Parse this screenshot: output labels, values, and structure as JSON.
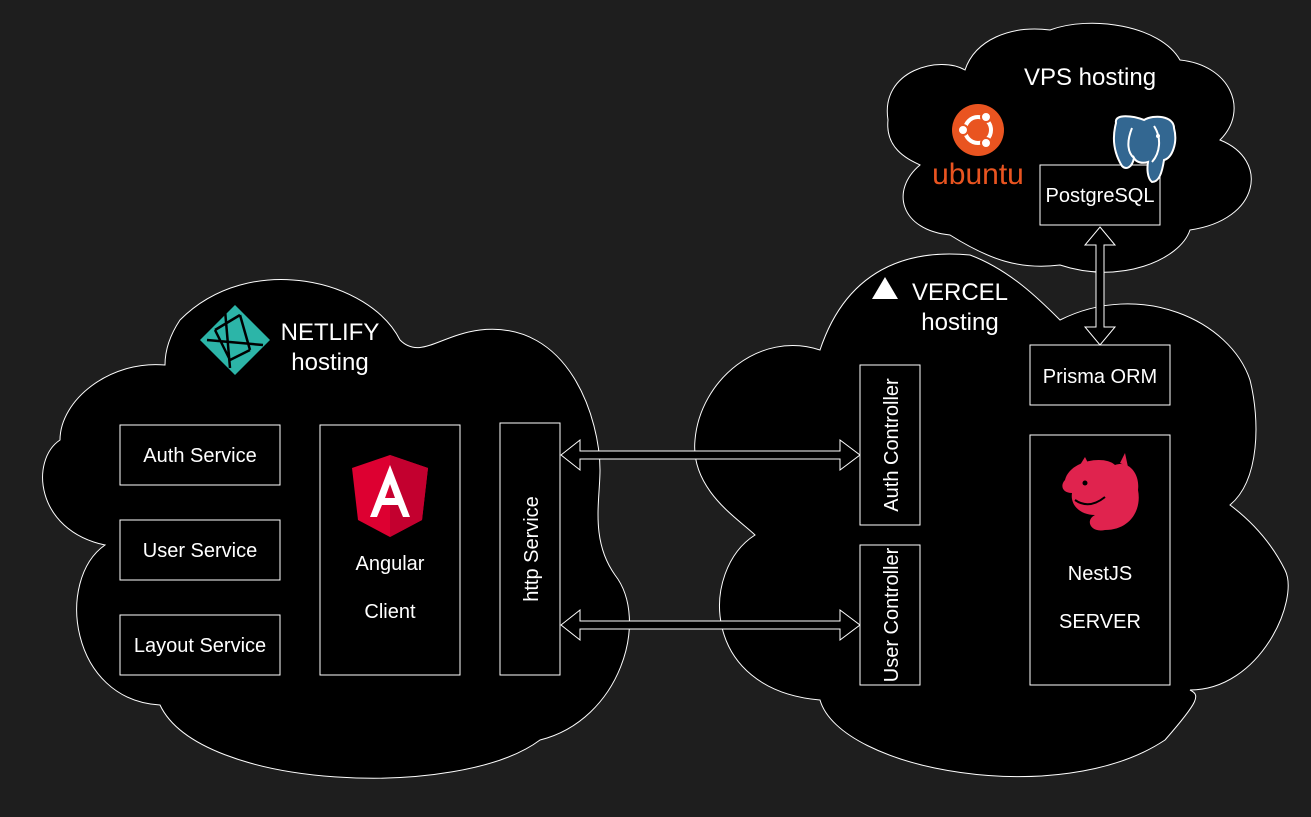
{
  "colors": {
    "background": "#1e1e1e",
    "netlify_teal": "#2cb5a8",
    "ubuntu_orange": "#e95420",
    "angular_red": "#dd0031",
    "nestjs_pink": "#e0234e",
    "postgres_blue": "#336791"
  },
  "netlify": {
    "title_line1": "NETLIFY",
    "title_line2": "hosting",
    "logo_icon": "netlify-logo-icon",
    "services": [
      "Auth Service",
      "User Service",
      "Layout Service"
    ],
    "angular_label_1": "Angular",
    "angular_label_2": "Client",
    "angular_icon": "angular-logo-icon",
    "http_service": "http Service"
  },
  "vercel": {
    "title_line1": "VERCEL",
    "title_line2": "hosting",
    "logo_icon": "vercel-triangle-icon",
    "auth_controller": "Auth Controller",
    "user_controller": "User Controller",
    "prisma": "Prisma ORM",
    "nest_label_1": "NestJS",
    "nest_label_2": "SERVER",
    "nest_icon": "nestjs-logo-icon"
  },
  "vps": {
    "title": "VPS hosting",
    "ubuntu_text": "ubuntu",
    "ubuntu_icon": "ubuntu-logo-icon",
    "postgres": "PostgreSQL",
    "postgres_icon": "postgresql-elephant-icon"
  }
}
